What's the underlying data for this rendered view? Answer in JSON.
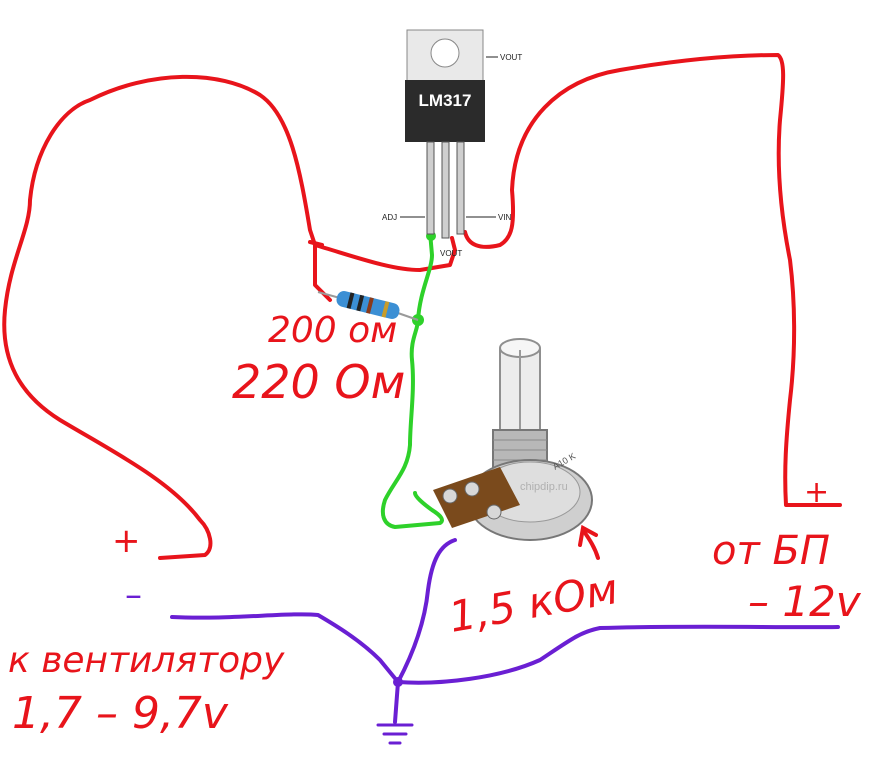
{
  "colors": {
    "red_wire": "#e8141b",
    "green_wire": "#2ed12a",
    "purple_wire": "#6a1fd3",
    "chip_body": "#2b2b2b",
    "chip_tab": "#e9e9e9",
    "resistor_body": "#3b8fd4",
    "pot_body": "#7a4a1c"
  },
  "regulator": {
    "name": "LM317",
    "pin_vout_top": "VOUT",
    "pin_adj": "ADJ",
    "pin_vout": "VOUT",
    "pin_vin": "VIN"
  },
  "labels": {
    "resistor_value_1": "200 ом",
    "resistor_value_2": "220 Ом",
    "pot_value": "1,5 кОм",
    "plus_left": "+",
    "minus_left": "–",
    "fan_label": "к вентилятору",
    "fan_range": "1,7 – 9,7v",
    "plus_right": "+",
    "source_label": "от БП",
    "source_voltage": "– 12v",
    "pot_marking": "A10 K",
    "watermark": "chipdip.ru"
  },
  "icons": {
    "ground": "ground-icon",
    "arrow": "arrow-icon"
  }
}
